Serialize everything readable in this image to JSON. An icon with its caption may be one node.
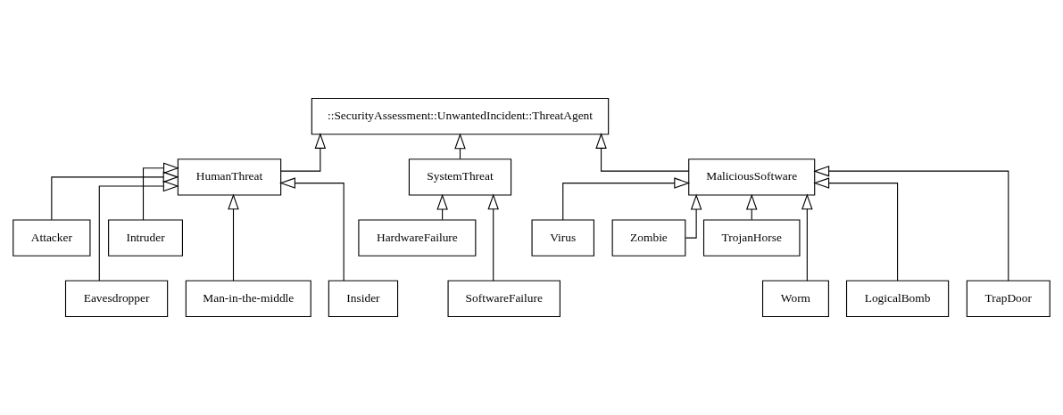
{
  "diagram": {
    "nodes": [
      {
        "text": [
          "::SecurityAssessment::UnwantedIncident::ThreatAgent"
        ]
      },
      {
        "text": [
          "HumanThreat"
        ]
      },
      {
        "text": [
          "SystemThreat"
        ]
      },
      {
        "text": [
          "MaliciousSoftware"
        ]
      },
      {
        "text": [
          "Attacker"
        ]
      },
      {
        "text": [
          "Intruder"
        ]
      },
      {
        "text": [
          "HardwareFailure"
        ]
      },
      {
        "text": [
          "Virus"
        ]
      },
      {
        "text": [
          "Zombie"
        ]
      },
      {
        "text": [
          "TrojanHorse"
        ]
      },
      {
        "text": [
          "Eavesdropper"
        ]
      },
      {
        "text": [
          "Man-in-the-middle"
        ]
      },
      {
        "text": [
          "Insider"
        ]
      },
      {
        "text": [
          "SoftwareFailure"
        ]
      },
      {
        "text": [
          "Worm"
        ]
      },
      {
        "text": [
          "LogicalBomb"
        ]
      },
      {
        "text": [
          "TrapDoor"
        ]
      }
    ],
    "edges": [
      {
        "from": 1,
        "to": 0,
        "arrow": "to"
      },
      {
        "from": 2,
        "to": 0,
        "arrow": "to"
      },
      {
        "from": 3,
        "to": 0,
        "arrow": "to"
      },
      {
        "from": 10,
        "to": 1,
        "arrow": "to"
      },
      {
        "from": 4,
        "to": 1,
        "arrow": "to"
      },
      {
        "from": 11,
        "to": 1,
        "arrow": "to"
      },
      {
        "from": 5,
        "to": 1,
        "arrow": "to"
      },
      {
        "from": 12,
        "to": 1,
        "arrow": "to"
      },
      {
        "from": 6,
        "to": 2,
        "arrow": "to"
      },
      {
        "from": 13,
        "to": 2,
        "arrow": "to"
      },
      {
        "from": 7,
        "to": 3,
        "arrow": "to"
      },
      {
        "from": 14,
        "to": 3,
        "arrow": "to"
      },
      {
        "from": 8,
        "to": 3,
        "arrow": "to"
      },
      {
        "from": 15,
        "to": 3,
        "arrow": "to"
      },
      {
        "from": 9,
        "to": 3,
        "arrow": "to"
      },
      {
        "from": 16,
        "to": 3,
        "arrow": "to"
      }
    ]
  }
}
